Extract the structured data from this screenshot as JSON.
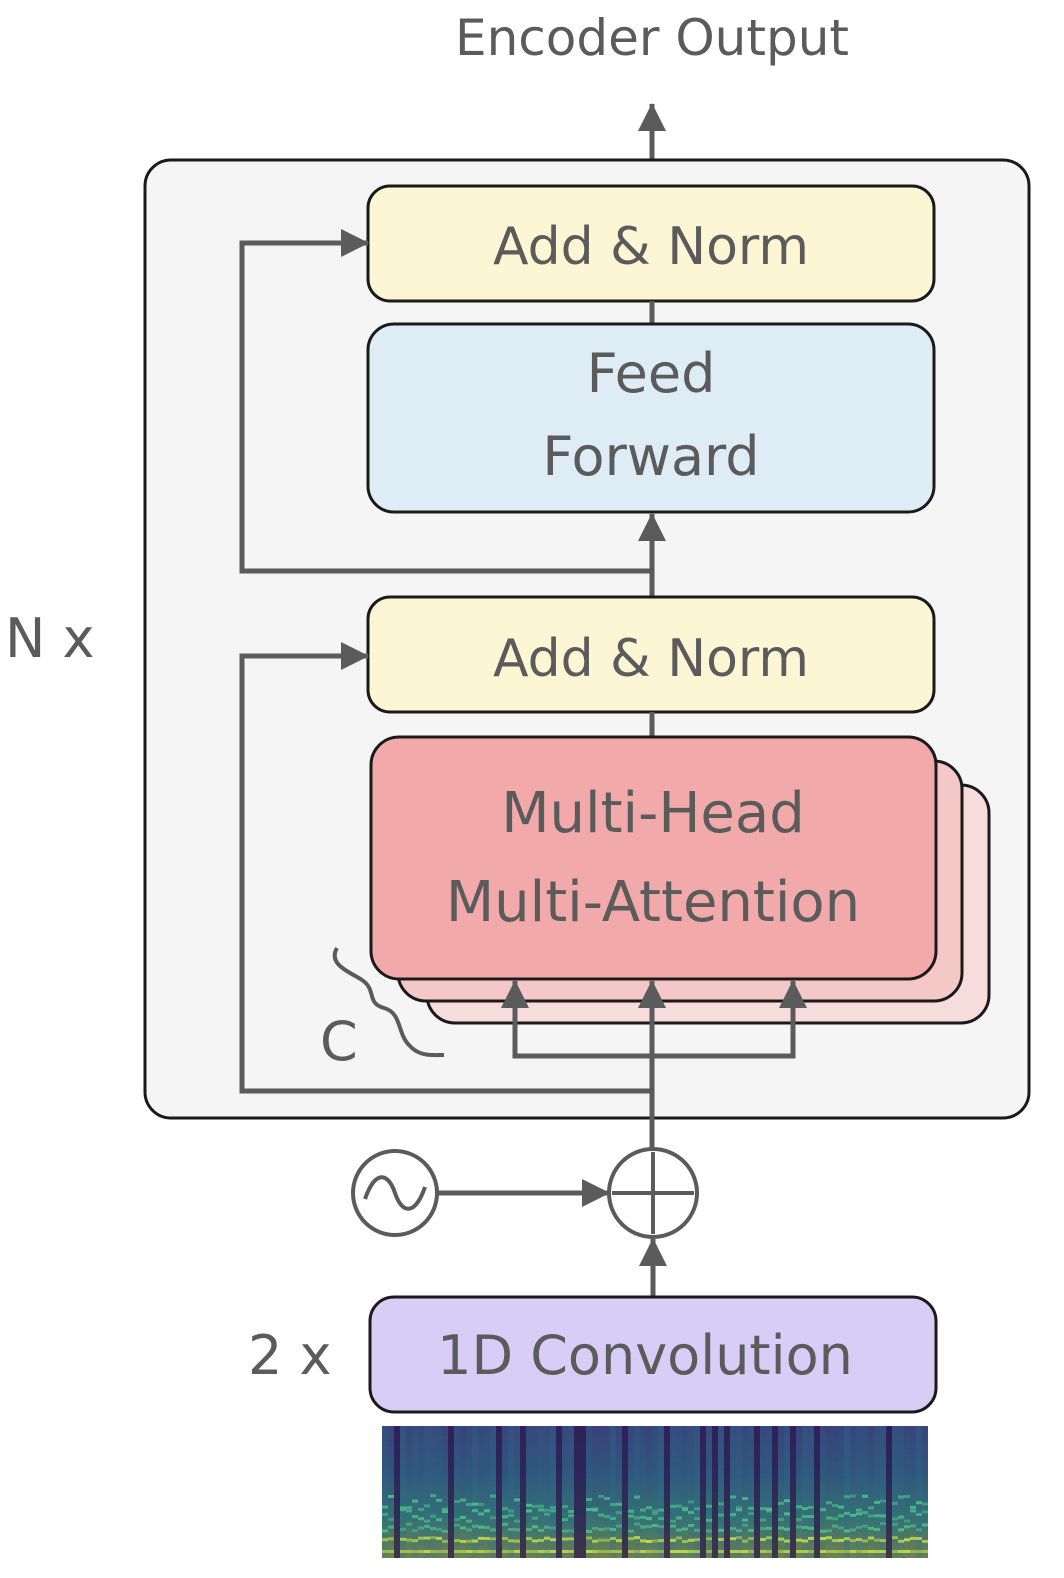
{
  "title": "Encoder Output",
  "repeat_label": "N x",
  "conv_repeat_label": "2 x",
  "blocks": {
    "add_norm_top": {
      "label": "Add & Norm"
    },
    "feed_forward": {
      "line1": "Feed",
      "line2": "Forward"
    },
    "add_norm_bottom": {
      "label": "Add & Norm"
    },
    "multi_head": {
      "line1": "Multi-Head",
      "line2": "Multi-Attention"
    },
    "conv": {
      "label": "1D Convolution"
    }
  },
  "heads_label": "C",
  "colors": {
    "line": "#5b5b5b",
    "outer_box": "#f5f5f5",
    "add_norm": "#fdf6d5",
    "feed_forward": "#deedf5",
    "multi_head": "#f2a9a9",
    "multi_head_back1": "#f5c8c8",
    "multi_head_back2": "#f7dcdc",
    "conv": "#d8cdf7"
  },
  "icons": {
    "positional_encoding": "sine-wave-icon",
    "sum": "plus-circle-icon",
    "input": "spectrogram-image"
  }
}
